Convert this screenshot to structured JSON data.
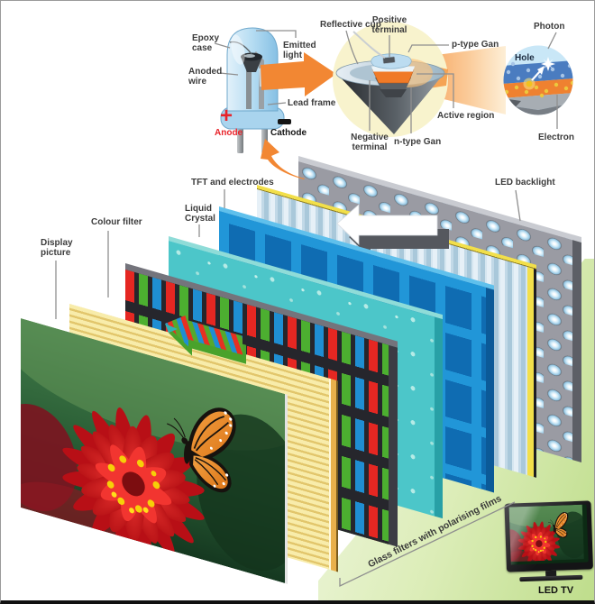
{
  "led_bulb": {
    "epoxy_case": "Epoxy case",
    "anoded_wire": "Anoded wire",
    "emitted_light": "Emitted light",
    "lead_frame": "Lead frame",
    "anode_sign": "+",
    "anode_label": "Anode",
    "cathode_label": "Cathode"
  },
  "led_chip": {
    "reflective_cup": "Reflective cup",
    "positive_terminal": "Positive terminal",
    "p_type_gan": "p-type Gan",
    "active_region": "Active region",
    "negative_terminal": "Negative terminal",
    "n_type_gan": "n-type Gan"
  },
  "pn_junction": {
    "photon": "Photon",
    "hole": "Hole",
    "electron": "Electron"
  },
  "tv_stack": {
    "display_picture": "Display picture",
    "colour_filter": "Colour filter",
    "liquid_crystal": "Liquid Crystal",
    "tft_electrodes": "TFT and electrodes",
    "led_backlight": "LED backlight",
    "glass_filters_caption": "Glass filters with polarising films",
    "led_tv_label": "LED TV"
  },
  "colors": {
    "arrow_orange": "#f28430",
    "anode_red": "#e8232a",
    "label_text": "#3c3c3c",
    "leader_line": "#8f8f8f",
    "backlight_gray": "#9a9ba3",
    "liquid_crystal_teal": "#4cc6c9",
    "tft_blue": "#1f93d6",
    "filter_red": "#e52722",
    "filter_green": "#4caf30",
    "filter_blue": "#1f8ed2",
    "polariser_yellow": "#f6e9a0"
  }
}
